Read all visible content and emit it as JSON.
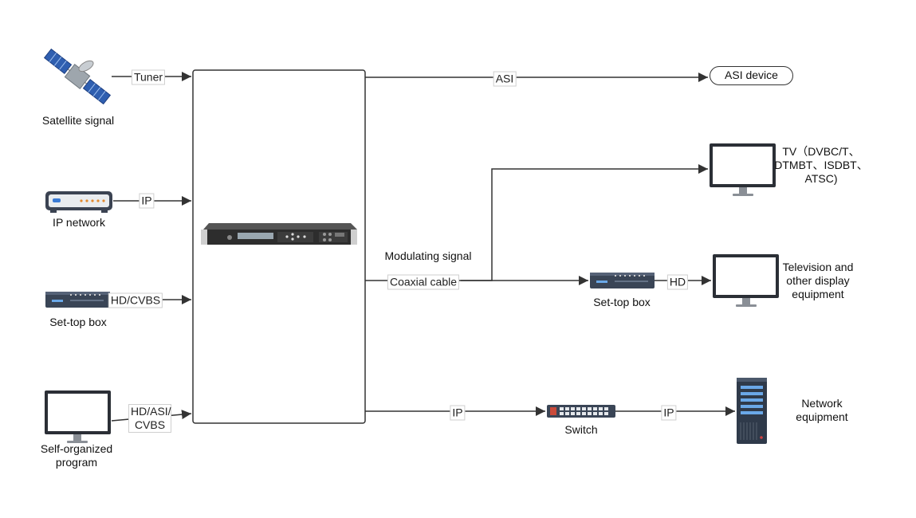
{
  "sources": {
    "satellite": "Satellite signal",
    "ip_network": "IP network",
    "set_top_box": "Set-top box",
    "self_organized": "Self-organized program"
  },
  "inputs": {
    "tuner": "Tuner",
    "ip": "IP",
    "hd_cvbs": "HD/CVBS",
    "hd_asi_cvbs": "HD/ASI/ CVBS"
  },
  "outputs": {
    "asi": "ASI",
    "asi_device": "ASI device",
    "modulating_signal": "Modulating signal",
    "coaxial_cable": "Coaxial cable",
    "tv": "TV（DVBC/T、DTMBT、ISDBT、ATSC)",
    "set_top_box": "Set-top box",
    "hd": "HD",
    "television": "Television and other display equipment",
    "ip_out": "IP",
    "switch": "Switch",
    "ip_out2": "IP",
    "network_equipment": "Network equipment"
  },
  "colors": {
    "line": "#333333",
    "device_dark": "#3a4556",
    "satellite_panel": "#2f5fb0"
  }
}
